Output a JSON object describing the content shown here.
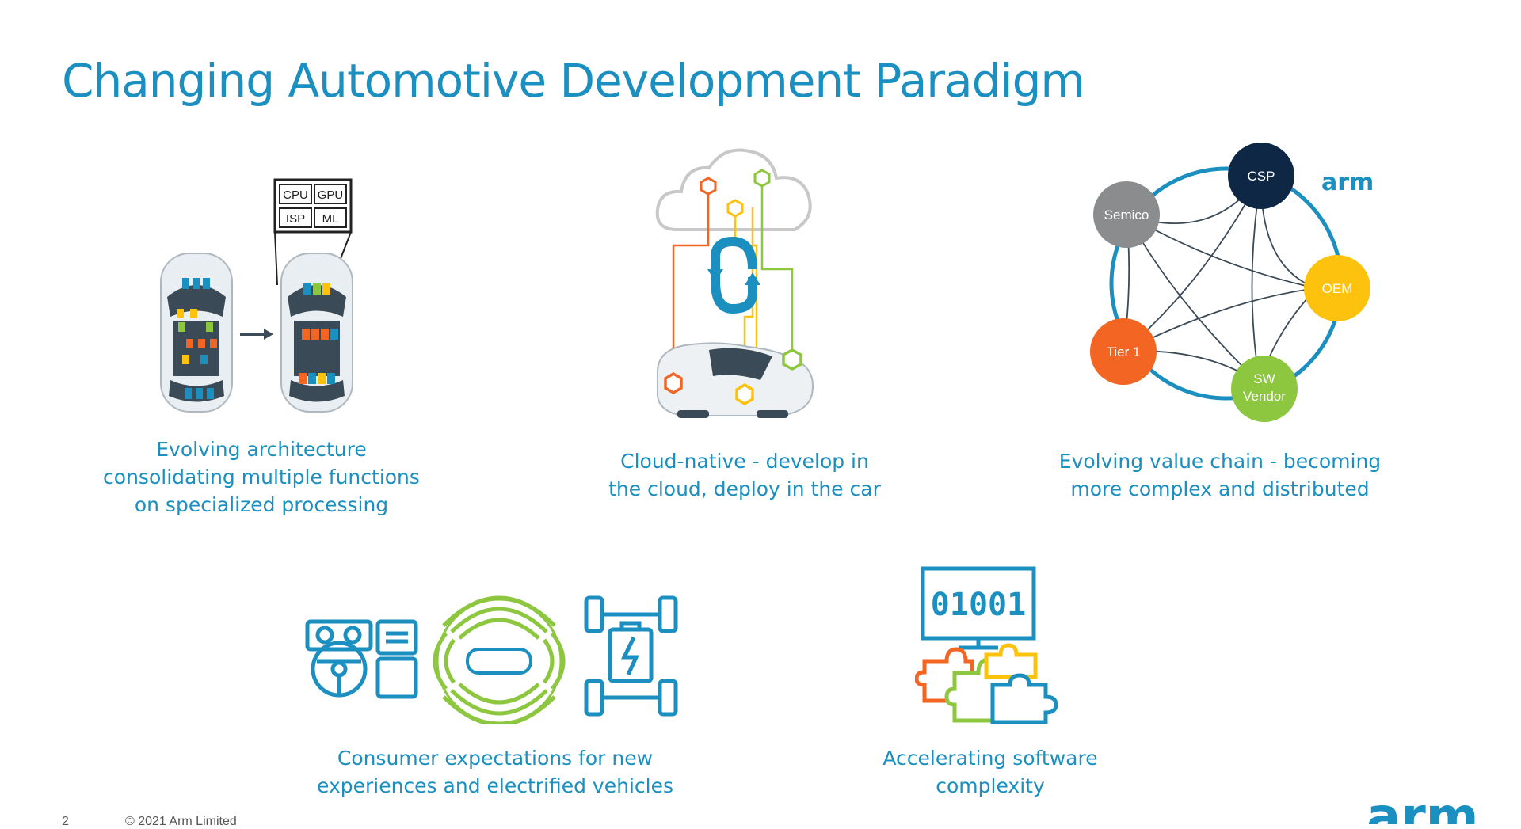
{
  "slide": {
    "title": "Changing Automotive Development Paradigm",
    "page_number": "2",
    "copyright": "© 2021 Arm Limited",
    "brand": "arm"
  },
  "colors": {
    "accent": "#1a8fc0",
    "orange": "#f26522",
    "yellow": "#fdc20d",
    "green": "#8dc63f",
    "navy": "#0d2745",
    "grey": "#8a8c8e"
  },
  "panels": {
    "architecture": {
      "caption_lines": [
        "Evolving architecture",
        "consolidating multiple functions",
        "on specialized processing"
      ],
      "chips": [
        "CPU",
        "GPU",
        "ISP",
        "ML"
      ]
    },
    "cloud": {
      "caption_lines": [
        "Cloud-native - develop in",
        "the cloud, deploy in the car"
      ]
    },
    "value_chain": {
      "caption_lines": [
        "Evolving value chain - becoming",
        "more complex and distributed"
      ],
      "brand": "arm",
      "nodes": [
        "CSP",
        "Semico",
        "OEM",
        "Tier 1",
        "SW",
        "Vendor"
      ]
    },
    "consumer": {
      "caption_lines": [
        "Consumer expectations for new",
        "experiences and electrified vehicles"
      ]
    },
    "software": {
      "caption_lines": [
        "Accelerating software",
        "complexity"
      ],
      "binary": "01001"
    }
  }
}
